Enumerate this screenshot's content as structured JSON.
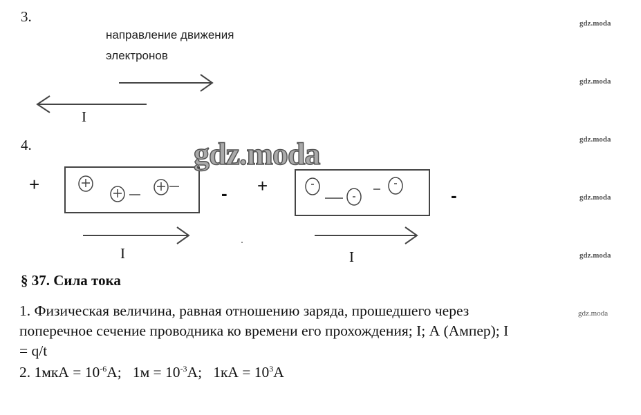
{
  "task3": {
    "number": "3.",
    "label_line1": "направление движения",
    "label_line2": "электронов",
    "current_label": "I"
  },
  "task4": {
    "number": "4.",
    "plus": "+",
    "minus": "-",
    "current_label_left": "I",
    "current_label_right": "I"
  },
  "watermark": "gdz.moda",
  "section": {
    "heading": "§ 37. Сила тока",
    "p1_line1": "1. Физическая величина, равная отношению заряда, прошедшего через",
    "p1_line2": "поперечное сечение проводника ко времени его прохождения; I; А (Ампер); I",
    "p1_line3": "= q/t",
    "p2": {
      "prefix": "2. 1мкА = 10",
      "exp1": "-6",
      "mid1": "А;   1м = 10",
      "exp2": "-3",
      "mid2": "А;   1кА = 10",
      "exp3": "3",
      "suffix": "А"
    }
  }
}
